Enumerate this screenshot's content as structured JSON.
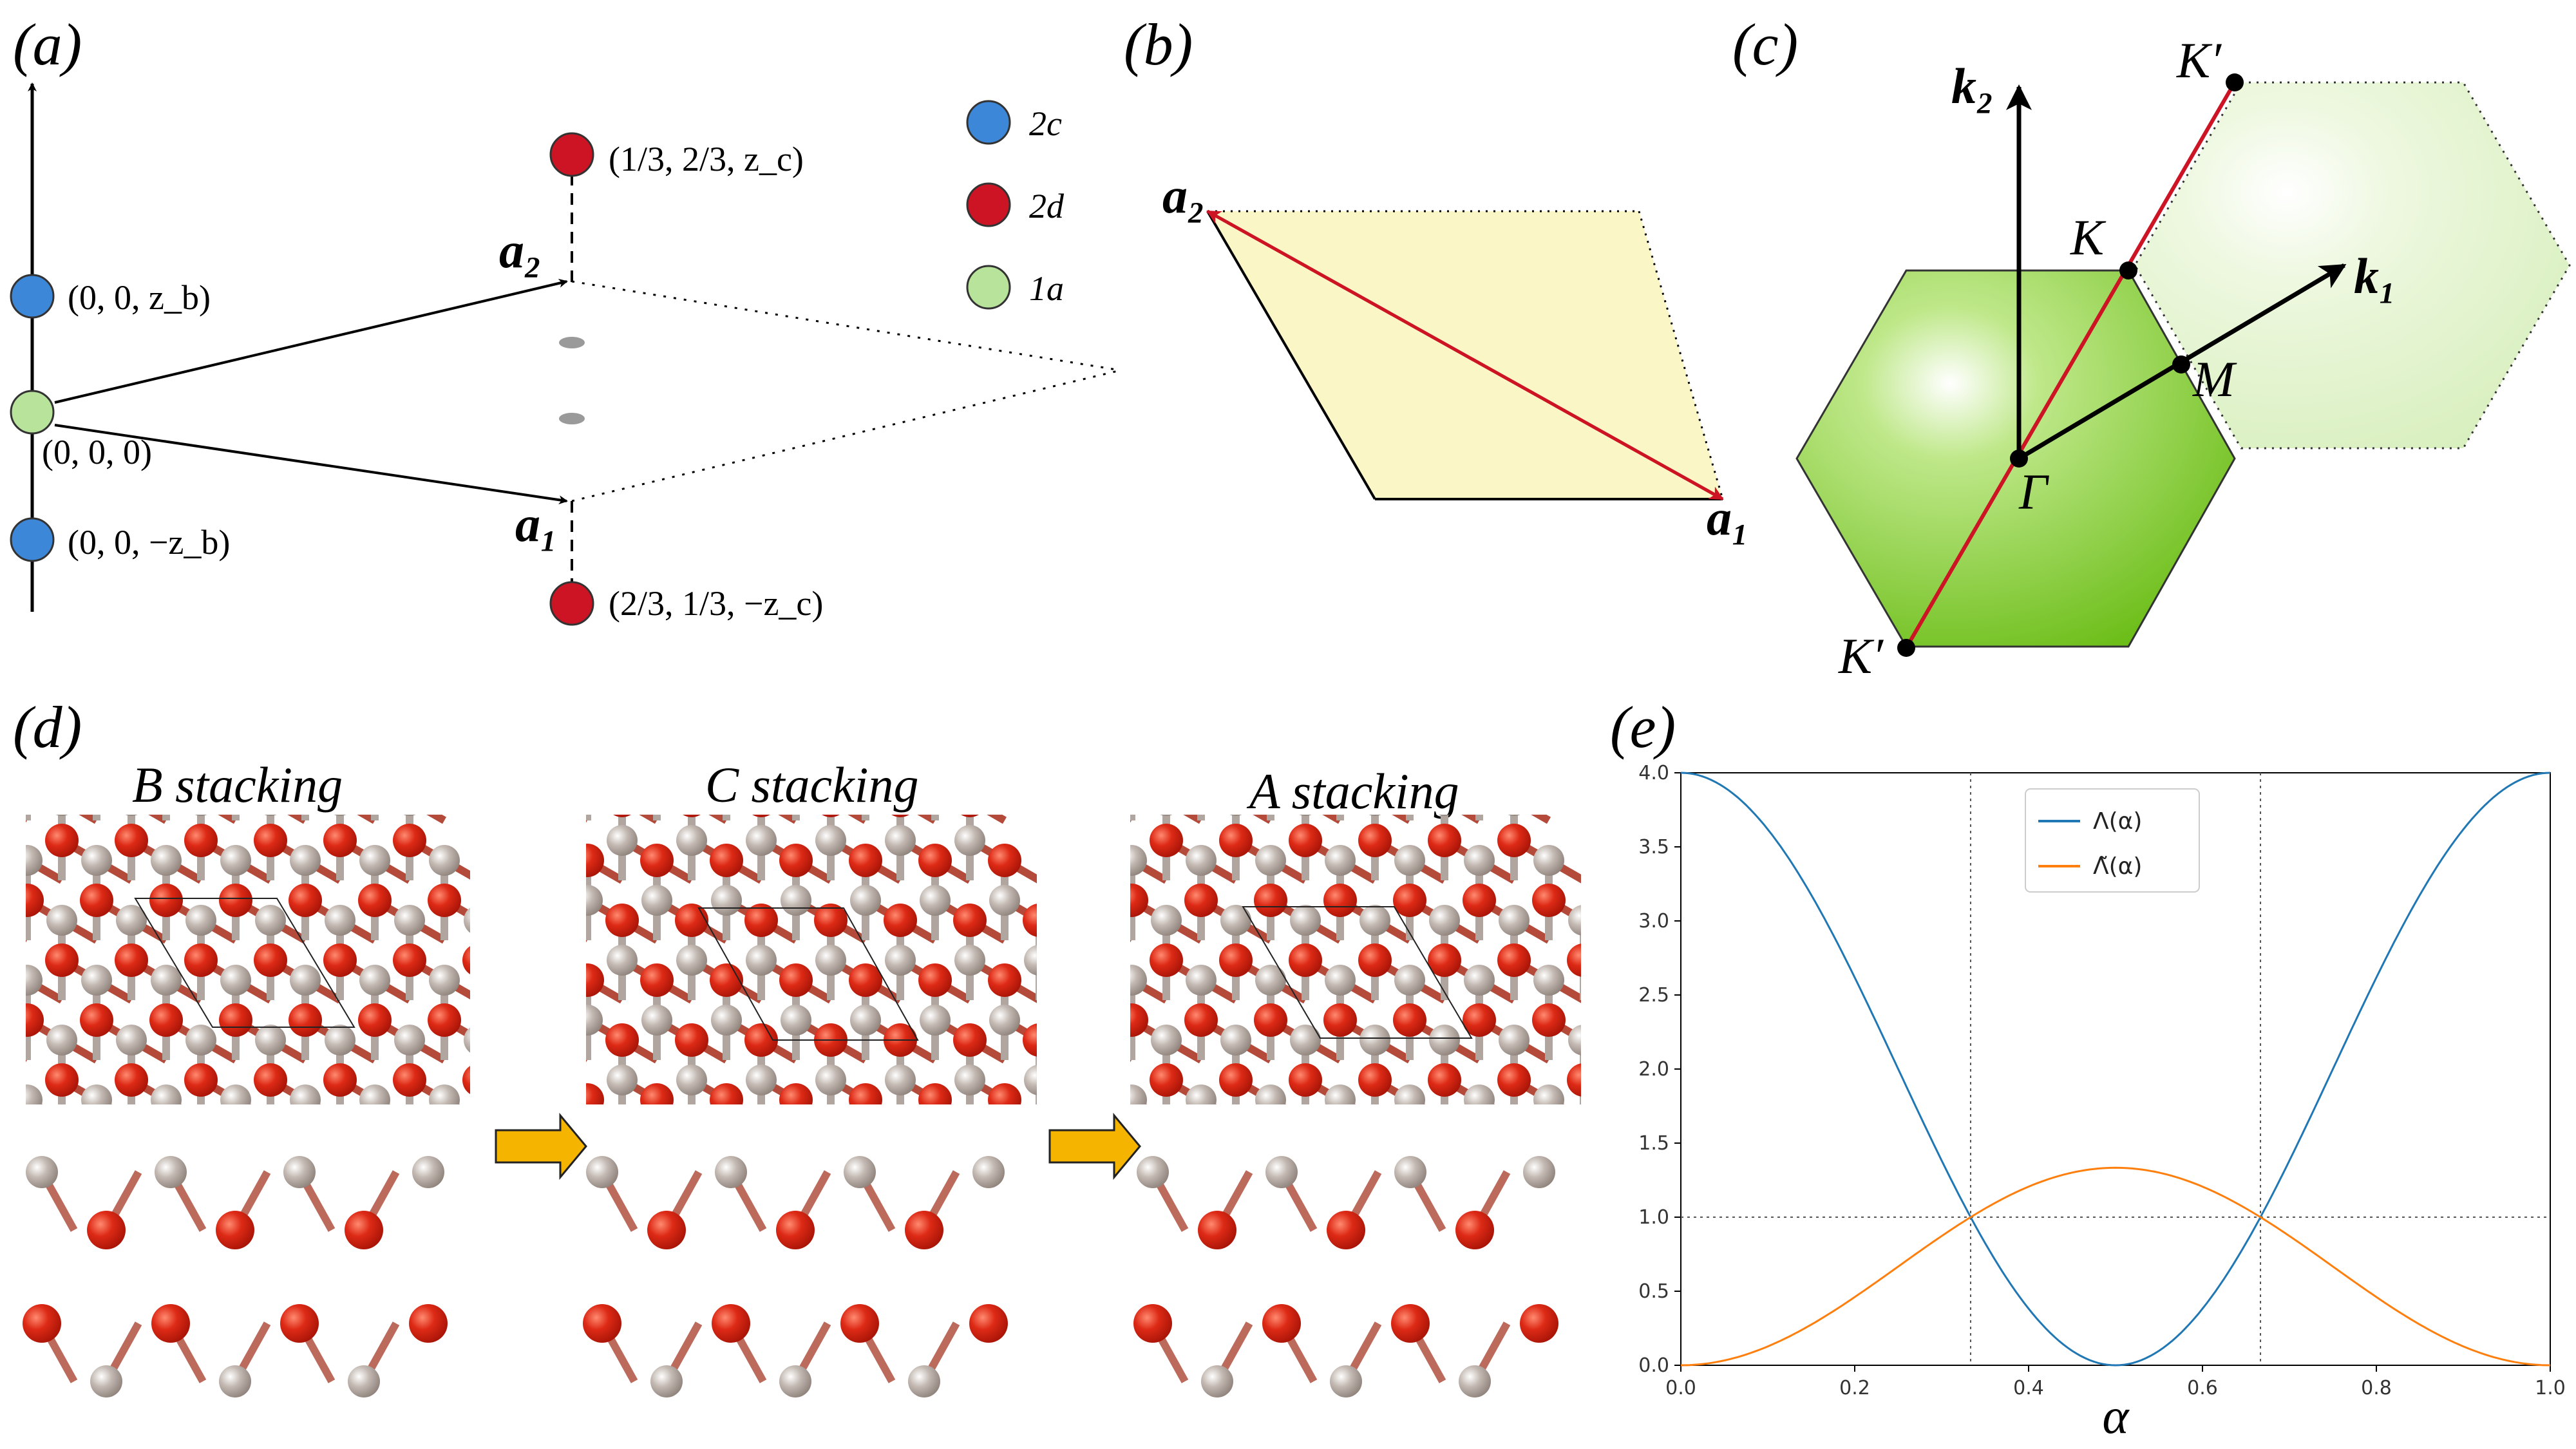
{
  "panels": {
    "a": {
      "label": "(a)",
      "axis_labels": {
        "zb_pos": "(0, 0, z_b)",
        "origin": "(0, 0, 0)",
        "zb_neg": "(0, 0, −z_b)",
        "top_site": "(1/3, 2/3, z_c)",
        "bottom_site": "(2/3, 1/3, −z_c)",
        "a2": "a₂",
        "a1": "a₁"
      },
      "legend": [
        {
          "name": "2c",
          "color": "#3d87d8"
        },
        {
          "name": "2d",
          "color": "#cc1425"
        },
        {
          "name": "1a",
          "color": "#b8e39a"
        }
      ]
    },
    "b": {
      "label": "(b)",
      "a2": "a₂",
      "a1": "a₁",
      "fill_color": "#fbf6c6",
      "vector_color": "#cc1425"
    },
    "c": {
      "label": "(c)",
      "k2": "k₂",
      "k1": "k₁",
      "points": {
        "K_prime_top": "K′",
        "K": "K",
        "M": "M",
        "Gamma": "Γ",
        "K_prime_bottom": "K′"
      },
      "hex_color": "#79c624",
      "line_color": "#cc1425"
    },
    "d": {
      "label": "(d)",
      "titles": [
        "B stacking",
        "C stacking",
        "A stacking"
      ],
      "atom_colors": {
        "oxygen": "#d42a17",
        "metal": "#b0a59f"
      },
      "arrow_color": "#f4b400"
    },
    "e": {
      "label": "(e)"
    }
  },
  "chart_data": {
    "type": "line",
    "title": "",
    "xlabel": "α",
    "ylabel": "",
    "xlim": [
      0.0,
      1.0
    ],
    "ylim": [
      0.0,
      4.0
    ],
    "xticks": [
      "0.0",
      "0.2",
      "0.4",
      "0.6",
      "0.8",
      "1.0"
    ],
    "yticks": [
      "0.0",
      "0.5",
      "1.0",
      "1.5",
      "2.0",
      "2.5",
      "3.0",
      "3.5",
      "4.0"
    ],
    "legend_position": "top-center",
    "grid": false,
    "reference_lines": {
      "vertical": [
        0.3333,
        0.6667
      ],
      "horizontal": [
        1.0
      ]
    },
    "x": [
      0.0,
      0.05,
      0.1,
      0.15,
      0.2,
      0.25,
      0.3,
      0.3333,
      0.35,
      0.4,
      0.45,
      0.5,
      0.55,
      0.6,
      0.65,
      0.6667,
      0.7,
      0.75,
      0.8,
      0.85,
      0.9,
      0.95,
      1.0
    ],
    "series": [
      {
        "name": "Λ(α)",
        "color": "#1f77b4",
        "values": [
          4.0,
          3.9,
          3.62,
          3.18,
          2.62,
          2.0,
          1.38,
          1.0,
          0.82,
          0.38,
          0.1,
          0.0,
          0.1,
          0.38,
          0.82,
          1.0,
          1.38,
          2.0,
          2.62,
          3.18,
          3.62,
          3.9,
          4.0
        ]
      },
      {
        "name": "Λ̃(α)",
        "color": "#ff7f0e",
        "values": [
          0.0,
          0.03,
          0.12,
          0.27,
          0.47,
          0.67,
          0.88,
          1.0,
          1.06,
          1.2,
          1.3,
          1.333,
          1.3,
          1.2,
          1.06,
          1.0,
          0.88,
          0.67,
          0.47,
          0.27,
          0.12,
          0.03,
          0.0
        ]
      }
    ]
  }
}
